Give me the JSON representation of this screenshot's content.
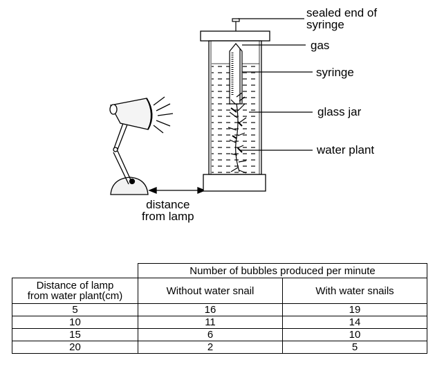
{
  "labels": {
    "sealed_end_line1": "sealed end of",
    "sealed_end_line2": "syringe",
    "gas": "gas",
    "syringe": "syringe",
    "glass_jar": "glass jar",
    "water_plant": "water plant",
    "distance_line1": "distance",
    "distance_line2": "from lamp"
  },
  "table": {
    "group_header": "Number of bubbles produced per minute",
    "col_distance_line1": "Distance of lamp",
    "col_distance_line2": "from water plant(cm)",
    "col_without": "Without water snail",
    "col_with": "With water snails",
    "rows": [
      {
        "distance": "5",
        "without": "16",
        "with": "19"
      },
      {
        "distance": "10",
        "without": "11",
        "with": "14"
      },
      {
        "distance": "15",
        "without": "6",
        "with": "10"
      },
      {
        "distance": "20",
        "without": "2",
        "with": "5"
      }
    ]
  }
}
